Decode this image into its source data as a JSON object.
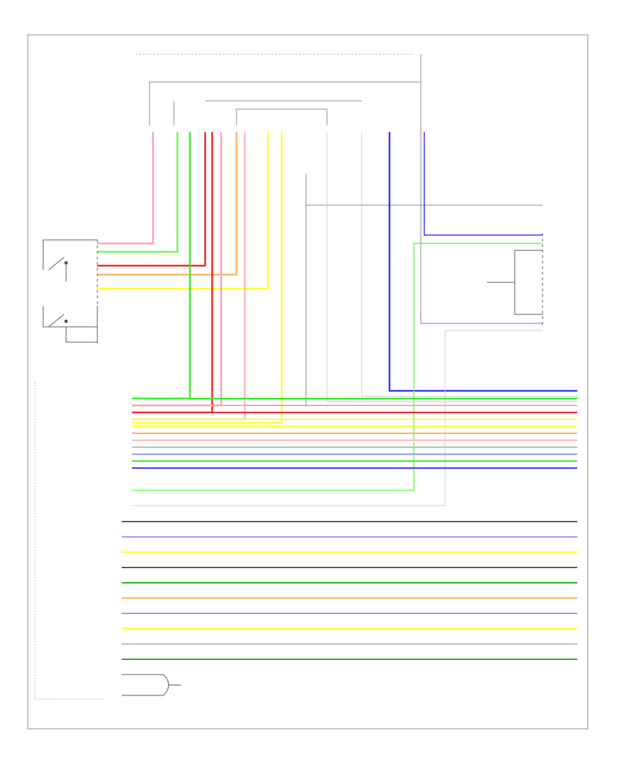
{
  "figure_label": "",
  "wire_colors": {
    "pink": "#ff9fb3",
    "red": "#ff2020",
    "light_green": "#66ff44",
    "green": "#33ee22",
    "yellow": "#ffff33",
    "orange": "#ffb060",
    "pale_red": "#ffb8b8",
    "blue": "#3333ff",
    "light_blue": "#9999ff",
    "dark_green": "#22aa22",
    "gray": "#555555",
    "light_gray": "#bbbbbb",
    "black": "#000000"
  },
  "module_rows": [
    {
      "color": "green"
    },
    {
      "color": "pink"
    },
    {
      "color": "red"
    },
    {
      "color": "yellow"
    },
    {
      "color": "yellow"
    },
    {
      "color": "orange"
    },
    {
      "color": "pale_red"
    },
    {
      "color": "light_gray"
    },
    {
      "color": "light_blue"
    },
    {
      "color": "green"
    },
    {
      "color": "blue"
    }
  ],
  "bus_rows": [
    {
      "color": "gray"
    },
    {
      "color": "light_blue"
    },
    {
      "color": "yellow"
    },
    {
      "color": "gray"
    },
    {
      "color": "dark_green"
    },
    {
      "color": "orange"
    },
    {
      "color": "light_blue"
    },
    {
      "color": "yellow"
    },
    {
      "color": "light_gray"
    },
    {
      "color": "dark_green"
    }
  ]
}
